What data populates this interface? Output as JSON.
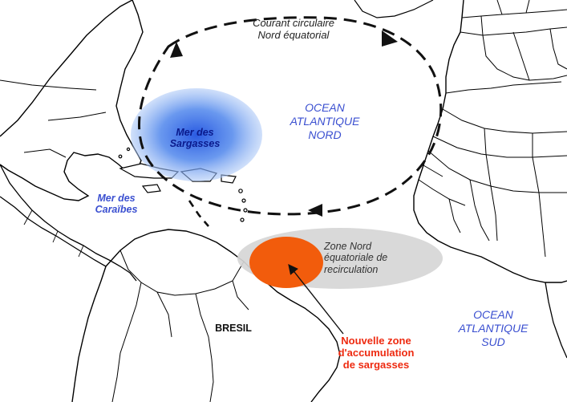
{
  "labels": {
    "current": {
      "lines": [
        "Courant circulaire",
        "Nord équatorial"
      ]
    },
    "sargasso": {
      "lines": [
        "Mer des",
        "Sargasses"
      ]
    },
    "north_atlantic": {
      "lines": [
        "OCEAN",
        "ATLANTIQUE",
        "NORD"
      ]
    },
    "caribbean": {
      "lines": [
        "Mer des",
        "Caraïbes"
      ]
    },
    "recirculation": {
      "lines": [
        "Zone Nord",
        "équatoriale de",
        "recirculation"
      ]
    },
    "brazil": {
      "lines": [
        "BRESIL"
      ]
    },
    "new_zone": {
      "lines": [
        "Nouvelle zone",
        "d'accumulation",
        "de sargasses"
      ]
    },
    "south_atlantic": {
      "lines": [
        "OCEAN",
        "ATLANTIQUE",
        "SUD"
      ]
    }
  },
  "colors": {
    "ocean_label": "#3a4fd0",
    "sargasso_fill": "#3a6fe0",
    "sargasso_label": "#0a1a8c",
    "new_zone_fill": "#f25c0c",
    "new_zone_label": "#ee2a10",
    "recirculation_fill": "#d6d6d6",
    "land_stroke": "#000000",
    "current_stroke": "#111111"
  }
}
